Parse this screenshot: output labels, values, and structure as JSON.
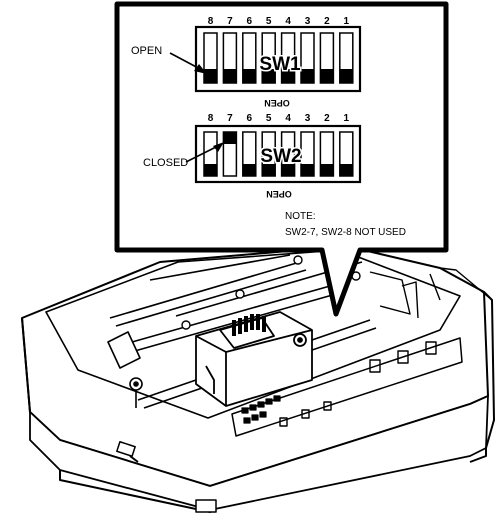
{
  "switch_numbers": [
    "8",
    "7",
    "6",
    "5",
    "4",
    "3",
    "2",
    "1"
  ],
  "sw1": {
    "label": "SW1",
    "open_label": "OPEN",
    "pointer_label": "OPEN",
    "positions": [
      "open",
      "open",
      "open",
      "open",
      "open",
      "open",
      "open",
      "open"
    ]
  },
  "sw2": {
    "label": "SW2",
    "open_label": "OPEN",
    "pointer_label": "CLOSED",
    "positions": [
      "open",
      "closed",
      "open",
      "open",
      "open",
      "open",
      "open",
      "open"
    ]
  },
  "note": {
    "title": "NOTE:",
    "text": "SW2-7, SW2-8 NOT USED"
  }
}
